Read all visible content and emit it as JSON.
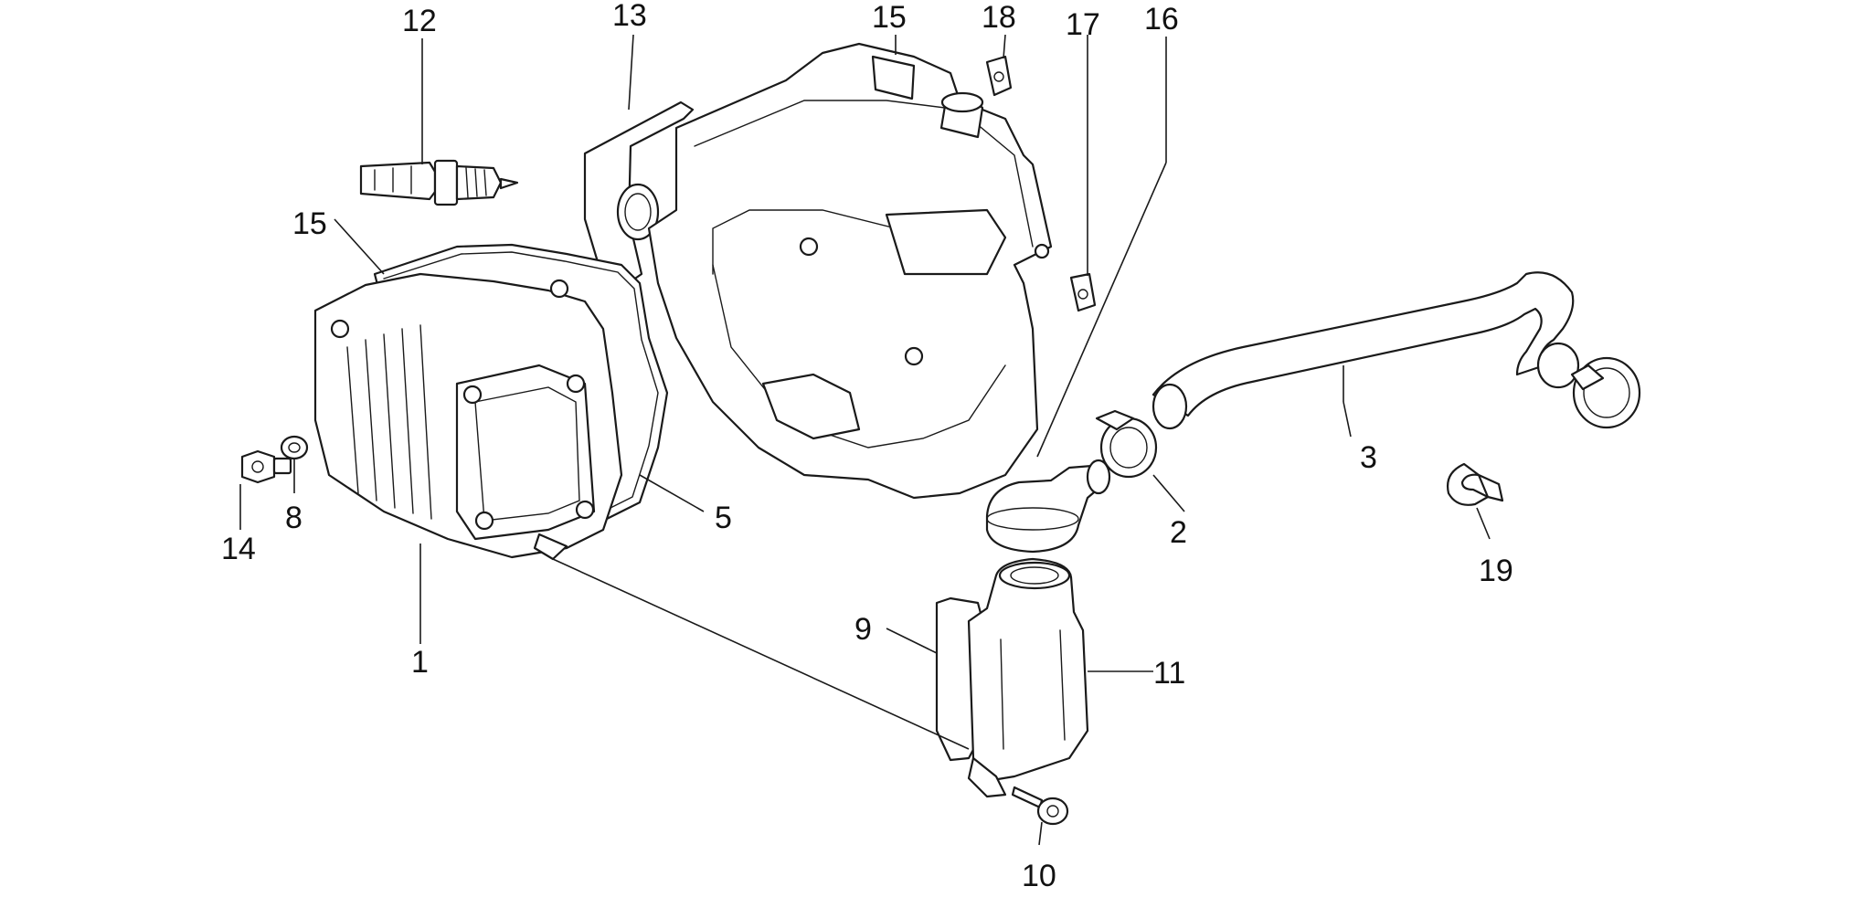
{
  "callouts": [
    {
      "id": "label-12",
      "text": "12"
    },
    {
      "id": "label-13",
      "text": "13"
    },
    {
      "id": "label-15-top",
      "text": "15"
    },
    {
      "id": "label-18",
      "text": "18"
    },
    {
      "id": "label-17",
      "text": "17"
    },
    {
      "id": "label-16",
      "text": "16"
    },
    {
      "id": "label-15-left",
      "text": "15"
    },
    {
      "id": "label-3",
      "text": "3"
    },
    {
      "id": "label-5",
      "text": "5"
    },
    {
      "id": "label-2",
      "text": "2"
    },
    {
      "id": "label-8",
      "text": "8"
    },
    {
      "id": "label-14",
      "text": "14"
    },
    {
      "id": "label-19",
      "text": "19"
    },
    {
      "id": "label-1",
      "text": "1"
    },
    {
      "id": "label-9",
      "text": "9"
    },
    {
      "id": "label-11",
      "text": "11"
    },
    {
      "id": "label-10",
      "text": "10"
    }
  ]
}
